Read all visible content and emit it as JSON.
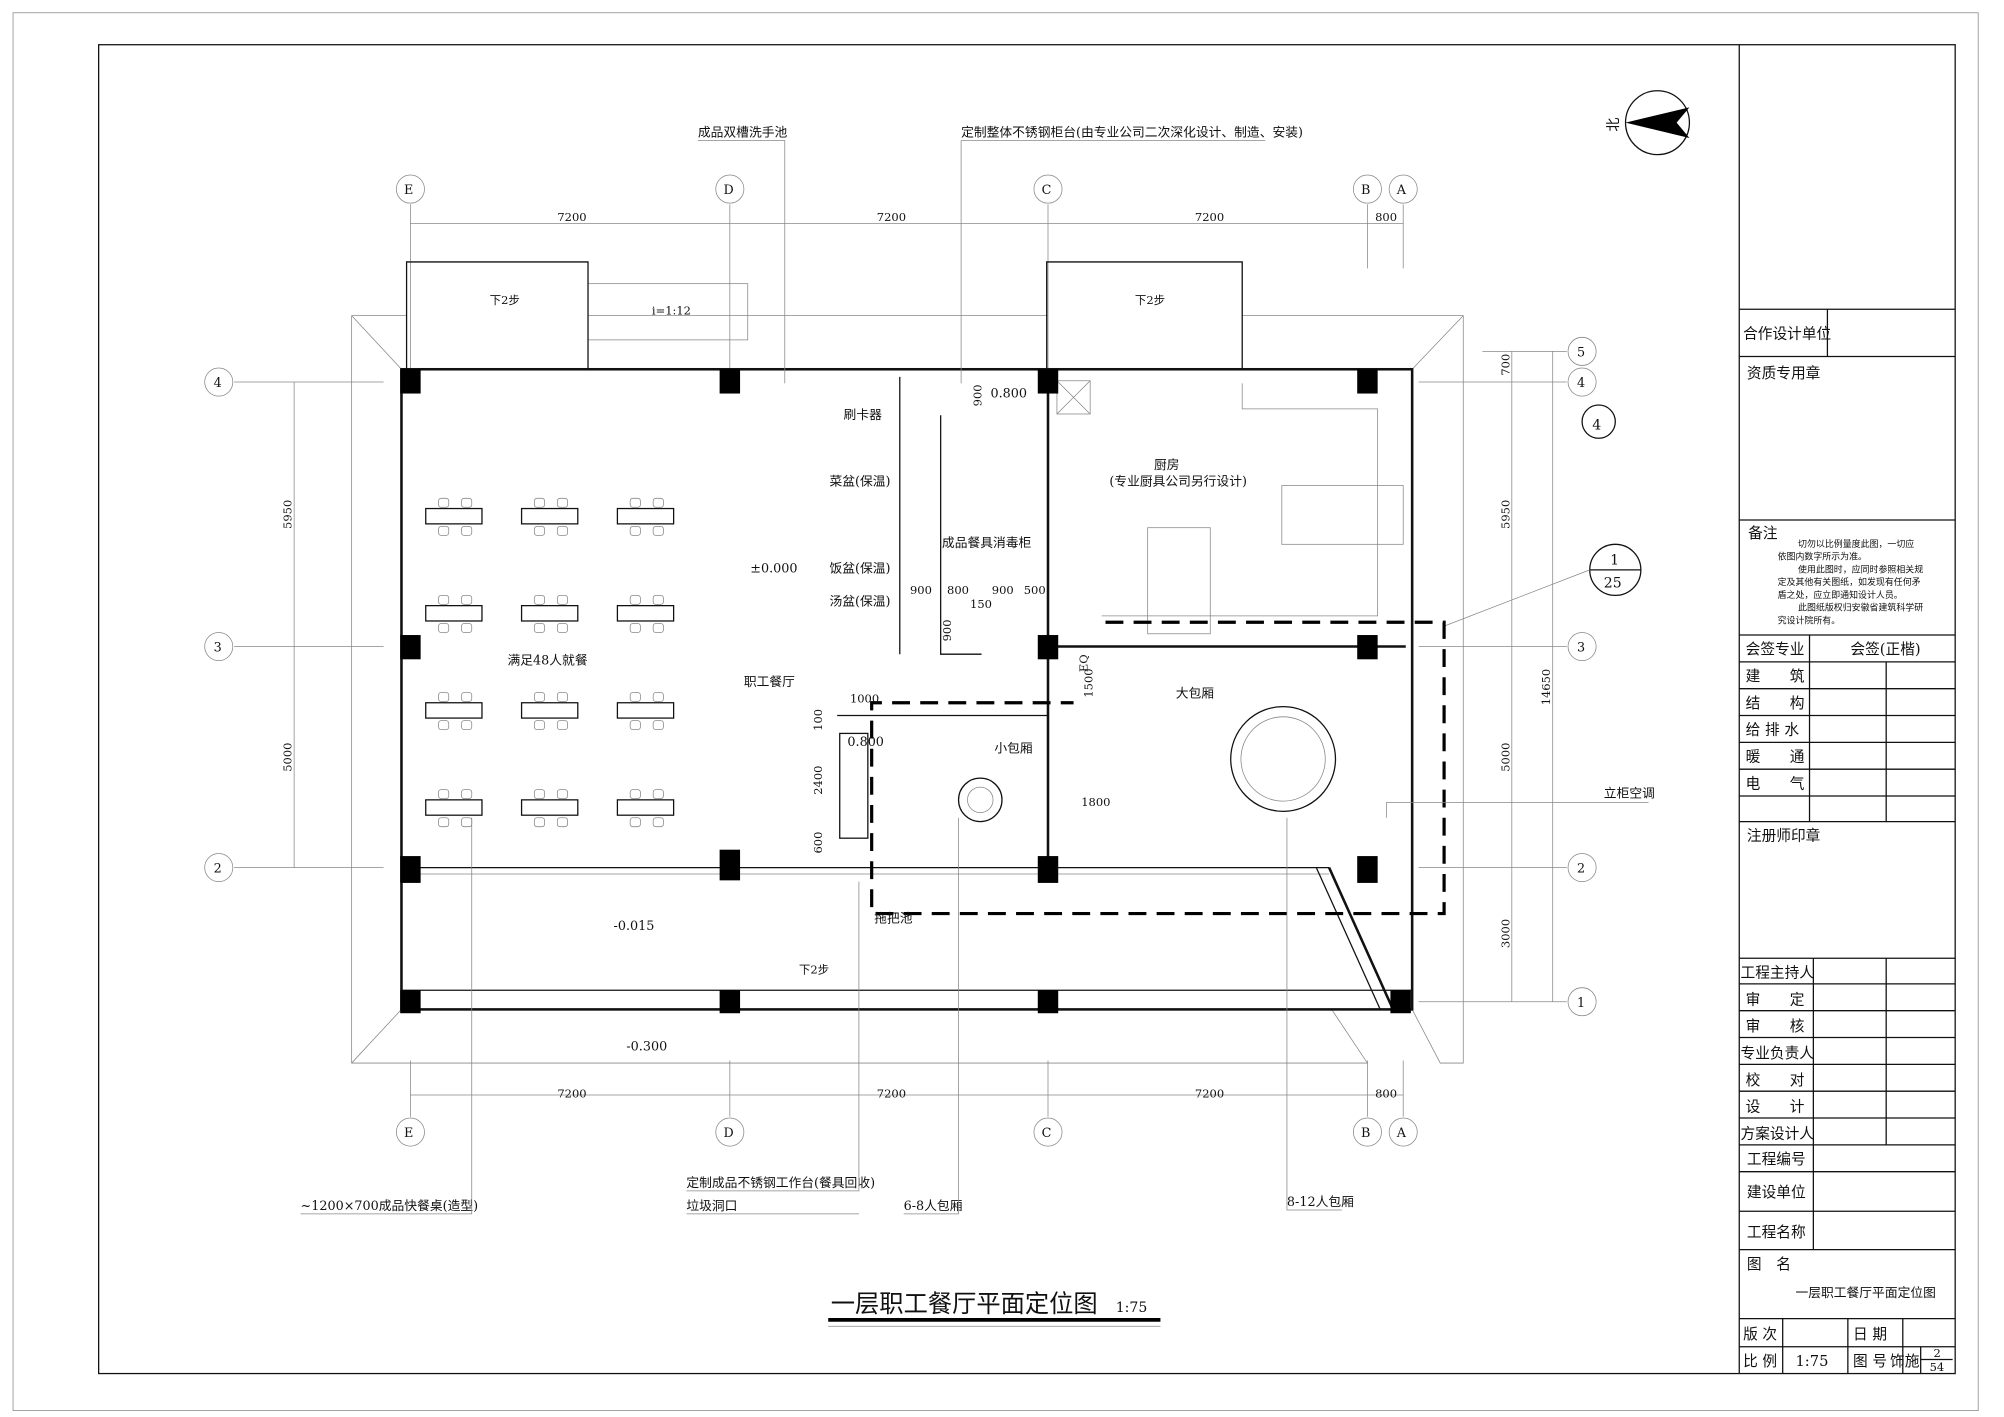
{
  "drawing": {
    "title": "一层职工餐厅平面定位图",
    "title_scale": "1:75",
    "north_label": "北",
    "axes_vertical": [
      "E",
      "D",
      "C",
      "B",
      "A"
    ],
    "axes_horizontal_left": [
      "4",
      "3",
      "2"
    ],
    "axes_horizontal_right": [
      "5",
      "4",
      "3",
      "2",
      "1"
    ],
    "extra_axis_label": "4",
    "detail_ref": {
      "top": "1",
      "bottom": "25"
    },
    "dims_top": [
      "7200",
      "7200",
      "7200",
      "800"
    ],
    "dims_bottom": [
      "7200",
      "7200",
      "7200",
      "800"
    ],
    "dims_left": [
      "5950",
      "5000"
    ],
    "dims_right": [
      "700",
      "5950",
      "5000",
      "3000"
    ],
    "dim_total_right": "14650",
    "inner_dims": [
      "900",
      "800",
      "150",
      "900",
      "500",
      "900",
      "900",
      "1000",
      "100",
      "2400",
      "600",
      "1500",
      "1800"
    ],
    "levels": [
      "0.800",
      "±0.000",
      "-0.015",
      "-0.300",
      "0.800"
    ],
    "ramp": "i=1:12",
    "steps": [
      "下2步",
      "下2步",
      "下2步"
    ],
    "rooms": {
      "dining": "职工餐厅",
      "capacity": "满足48人就餐",
      "kitchen": "厨房",
      "kitchen_note": "(专业厨具公司另行设计)",
      "small_room": "小包厢",
      "large_room": "大包厢",
      "pool": "拖把池"
    },
    "labels": {
      "card_reader": "刷卡器",
      "veg_basin": "菜盆(保温)",
      "rice_basin": "饭盆(保温)",
      "soup_basin": "汤盆(保温)",
      "sterilizer": "成品餐具消毒柜",
      "eq": "EQ",
      "sink": "成品双槽洗手池",
      "counter": "定制整体不锈钢柜台(由专业公司二次深化设计、制造、安装)",
      "ac": "立柜空调",
      "table": "~1200×700成品快餐桌(造型)",
      "workbench": "定制成品不锈钢工作台(餐具回收)",
      "garbage": "垃圾洞口",
      "room_6_8": "6-8人包厢",
      "room_8_12": "8-12人包厢"
    }
  },
  "title_block": {
    "coop_unit": "合作设计单位",
    "qualification_seal": "资质专用章",
    "remarks_label": "备注",
    "remarks": [
      "切勿以比例量度此图，一切应",
      "依图内数字所示为准。",
      "使用此图时，应同时参照相关规",
      "定及其他有关图纸，如发现有任何矛",
      "盾之处，应立即通知设计人员。",
      "此图纸版权归安徽省建筑科学研",
      "究设计院所有。"
    ],
    "countersign_header": "会签专业",
    "countersign_value_header": "会签(正楷)",
    "disciplines": [
      "建　　筑",
      "结　　构",
      "给 排 水",
      "暖　　通",
      "电　　气"
    ],
    "engineer_seal": "注册师印章",
    "roles": [
      "工程主持人",
      "审　　定",
      "审　　核",
      "专业负责人",
      "校　　对",
      "设　　计",
      "方案设计人"
    ],
    "project_no": "工程编号",
    "client": "建设单位",
    "project_name": "工程名称",
    "drawing_name_label": "图　名",
    "drawing_name": "一层职工餐厅平面定位图",
    "version_label": "版 次",
    "date_label": "日 期",
    "scale_label": "比 例",
    "scale": "1:75",
    "sheet_label": "图 号",
    "sheet_code": "饰施",
    "sheet_num": "2",
    "sheet_total": "54"
  }
}
